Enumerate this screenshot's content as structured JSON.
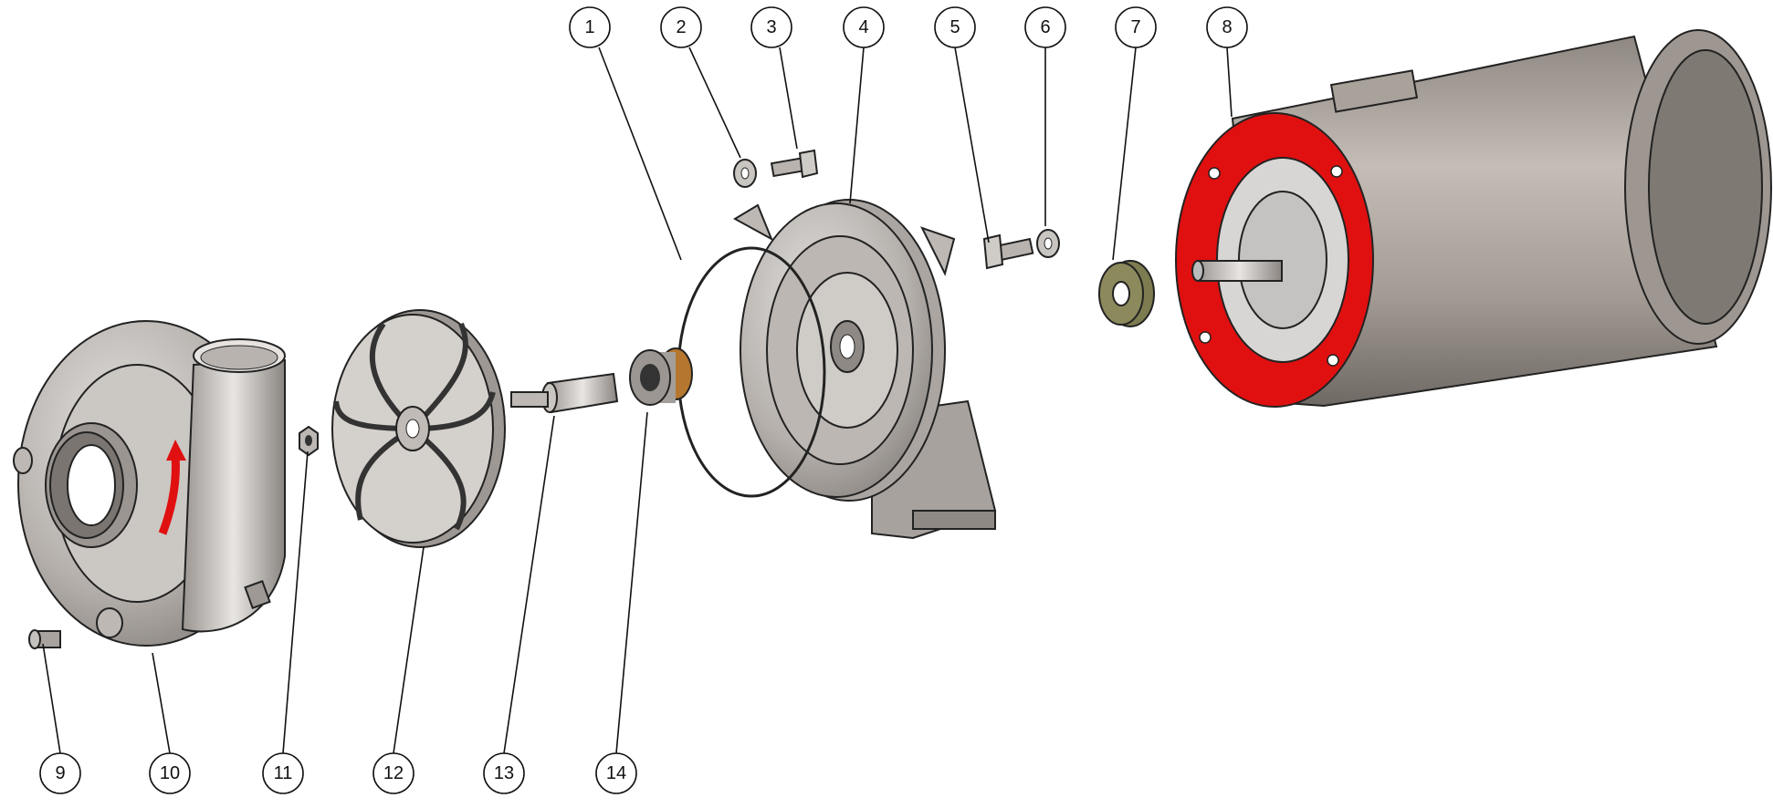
{
  "diagram": {
    "type": "exploded-assembly",
    "balloons": [
      {
        "id": "1",
        "part": "o-ring"
      },
      {
        "id": "2",
        "part": "washer"
      },
      {
        "id": "3",
        "part": "bolt"
      },
      {
        "id": "4",
        "part": "adapter-bracket"
      },
      {
        "id": "5",
        "part": "bolt"
      },
      {
        "id": "6",
        "part": "washer"
      },
      {
        "id": "7",
        "part": "shaft-collar"
      },
      {
        "id": "8",
        "part": "motor"
      },
      {
        "id": "9",
        "part": "drain-plug"
      },
      {
        "id": "10",
        "part": "pump-casing"
      },
      {
        "id": "11",
        "part": "impeller-nut"
      },
      {
        "id": "12",
        "part": "impeller"
      },
      {
        "id": "13",
        "part": "shaft-sleeve"
      },
      {
        "id": "14",
        "part": "mechanical-seal"
      }
    ],
    "colors": {
      "flange": "#e01010",
      "metal": "#b9b4b0",
      "collar": "#8c8a5c",
      "arrow": "#e01010"
    }
  }
}
